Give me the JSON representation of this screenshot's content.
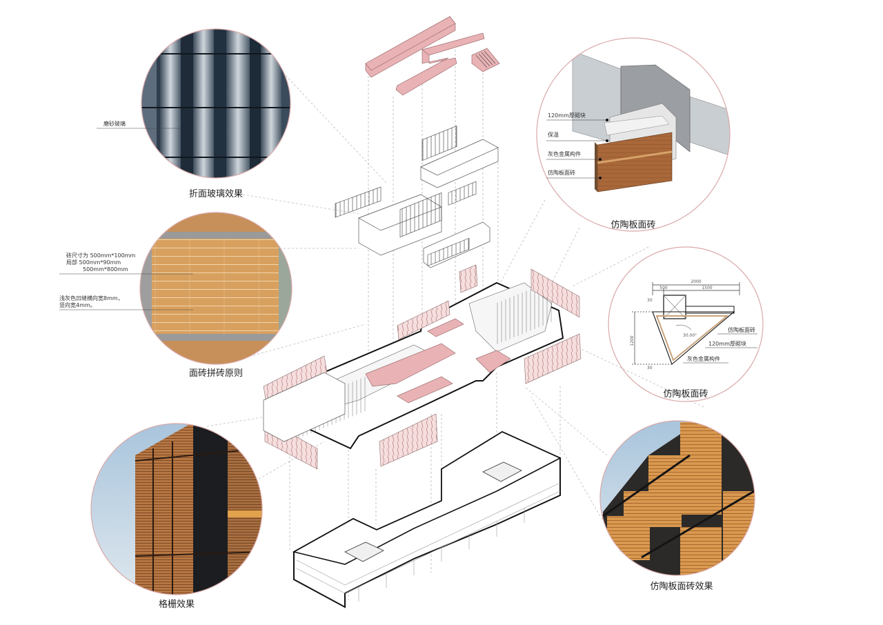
{
  "colors": {
    "ring": "#d9a8a8",
    "terracotta": "#d39a5c",
    "pink_volume": "#e9b3b5",
    "outline": "#111111"
  },
  "callouts": {
    "glass": {
      "caption": "折面玻璃效果",
      "note": "磨砂玻璃"
    },
    "tile_rule": {
      "caption": "面砖拼砖原则",
      "note1_lines": [
        "砖尺寸为 500mm*100mm",
        "局部 500mm*90mm",
        "500mm*800mm"
      ],
      "note2_lines": [
        "浅灰色凹缝横向宽8mm，",
        "竖向宽4mm。"
      ]
    },
    "grille": {
      "caption": "格栅效果"
    },
    "detail_3d": {
      "caption": "仿陶板面砖",
      "labels": [
        "120mm厚砌块",
        "保温",
        "灰色金属构件",
        "仿陶板面砖"
      ]
    },
    "section": {
      "caption": "仿陶板面砖",
      "labels": [
        "仿陶板面砖",
        "120mm厚砌块",
        "灰色金属构件"
      ],
      "dims": [
        "2000",
        "500",
        "1500",
        "30",
        "1200",
        "30",
        "30.00°"
      ]
    },
    "effect": {
      "caption": "仿陶板面砖效果"
    }
  }
}
